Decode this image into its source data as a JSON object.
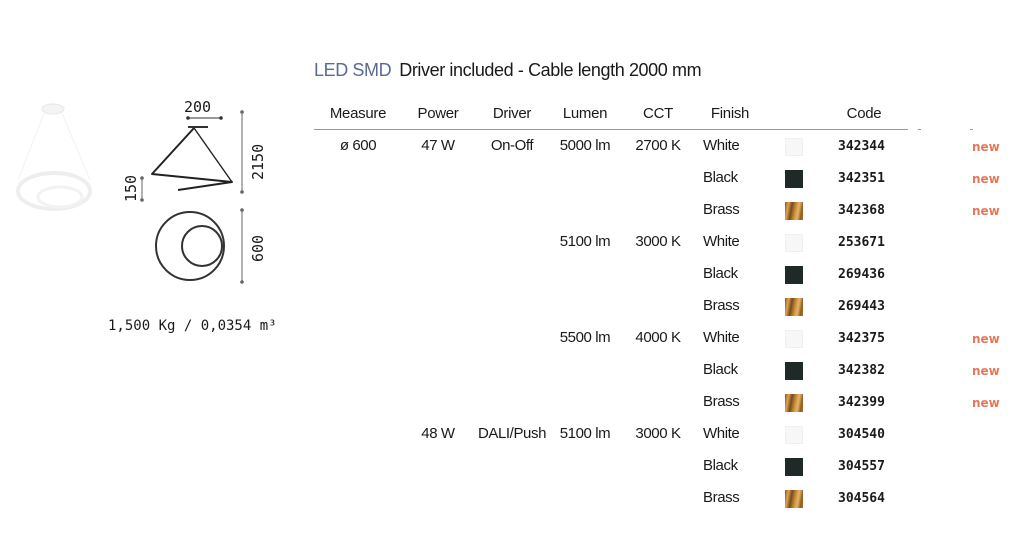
{
  "heading": {
    "type": "LED SMD",
    "text": "Driver included - Cable length 2000 mm"
  },
  "columns": {
    "measure": "Measure",
    "power": "Power",
    "driver": "Driver",
    "lumen": "Lumen",
    "cct": "CCT",
    "finish": "Finish",
    "code": "Code"
  },
  "dimensions": {
    "width": "200",
    "height": "2150",
    "offset": "150",
    "diameter": "600"
  },
  "weight": "1,500 Kg / 0,0354 m³",
  "swatch_colors": {
    "White": "#f7f7f7",
    "Black": "#1f2a28",
    "Brass": "#c98f3e"
  },
  "new_color": "#e07a5a",
  "rows": [
    {
      "measure": "ø 600",
      "power": "47 W",
      "driver": "On-Off",
      "lumen": "5000 lm",
      "cct": "2700 K",
      "finish": "White",
      "code": "342344",
      "badge": "new"
    },
    {
      "measure": "",
      "power": "",
      "driver": "",
      "lumen": "",
      "cct": "",
      "finish": "Black",
      "code": "342351",
      "badge": "new"
    },
    {
      "measure": "",
      "power": "",
      "driver": "",
      "lumen": "",
      "cct": "",
      "finish": "Brass",
      "code": "342368",
      "badge": "new"
    },
    {
      "measure": "",
      "power": "",
      "driver": "",
      "lumen": "5100 lm",
      "cct": "3000 K",
      "finish": "White",
      "code": "253671",
      "badge": ""
    },
    {
      "measure": "",
      "power": "",
      "driver": "",
      "lumen": "",
      "cct": "",
      "finish": "Black",
      "code": "269436",
      "badge": ""
    },
    {
      "measure": "",
      "power": "",
      "driver": "",
      "lumen": "",
      "cct": "",
      "finish": "Brass",
      "code": "269443",
      "badge": ""
    },
    {
      "measure": "",
      "power": "",
      "driver": "",
      "lumen": "5500 lm",
      "cct": "4000 K",
      "finish": "White",
      "code": "342375",
      "badge": "new"
    },
    {
      "measure": "",
      "power": "",
      "driver": "",
      "lumen": "",
      "cct": "",
      "finish": "Black",
      "code": "342382",
      "badge": "new"
    },
    {
      "measure": "",
      "power": "",
      "driver": "",
      "lumen": "",
      "cct": "",
      "finish": "Brass",
      "code": "342399",
      "badge": "new"
    },
    {
      "measure": "",
      "power": "48 W",
      "driver": "DALI/Push",
      "lumen": "5100 lm",
      "cct": "3000 K",
      "finish": "White",
      "code": "304540",
      "badge": ""
    },
    {
      "measure": "",
      "power": "",
      "driver": "",
      "lumen": "",
      "cct": "",
      "finish": "Black",
      "code": "304557",
      "badge": ""
    },
    {
      "measure": "",
      "power": "",
      "driver": "",
      "lumen": "",
      "cct": "",
      "finish": "Brass",
      "code": "304564",
      "badge": ""
    }
  ]
}
